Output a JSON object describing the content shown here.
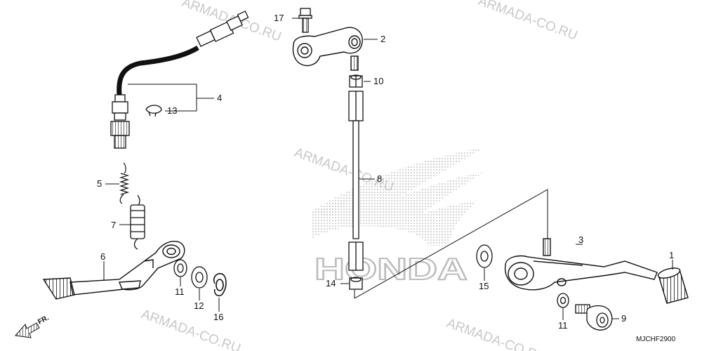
{
  "watermark": "ARMADA-CO.RU",
  "brand_logo_text": "HONDA",
  "diagram_code": "MJCHF2900",
  "front_marker": "FR.",
  "callouts": [
    {
      "id": "1",
      "label": "1"
    },
    {
      "id": "2",
      "label": "2"
    },
    {
      "id": "3",
      "label": "3"
    },
    {
      "id": "4",
      "label": "4"
    },
    {
      "id": "5",
      "label": "5"
    },
    {
      "id": "6",
      "label": "6"
    },
    {
      "id": "7",
      "label": "7"
    },
    {
      "id": "8",
      "label": "8"
    },
    {
      "id": "9",
      "label": "9"
    },
    {
      "id": "10",
      "label": "10"
    },
    {
      "id": "11a",
      "label": "11"
    },
    {
      "id": "11b",
      "label": "11"
    },
    {
      "id": "12",
      "label": "12"
    },
    {
      "id": "13",
      "label": "13"
    },
    {
      "id": "14",
      "label": "14"
    },
    {
      "id": "15",
      "label": "15"
    },
    {
      "id": "16",
      "label": "16"
    },
    {
      "id": "17",
      "label": "17"
    }
  ]
}
